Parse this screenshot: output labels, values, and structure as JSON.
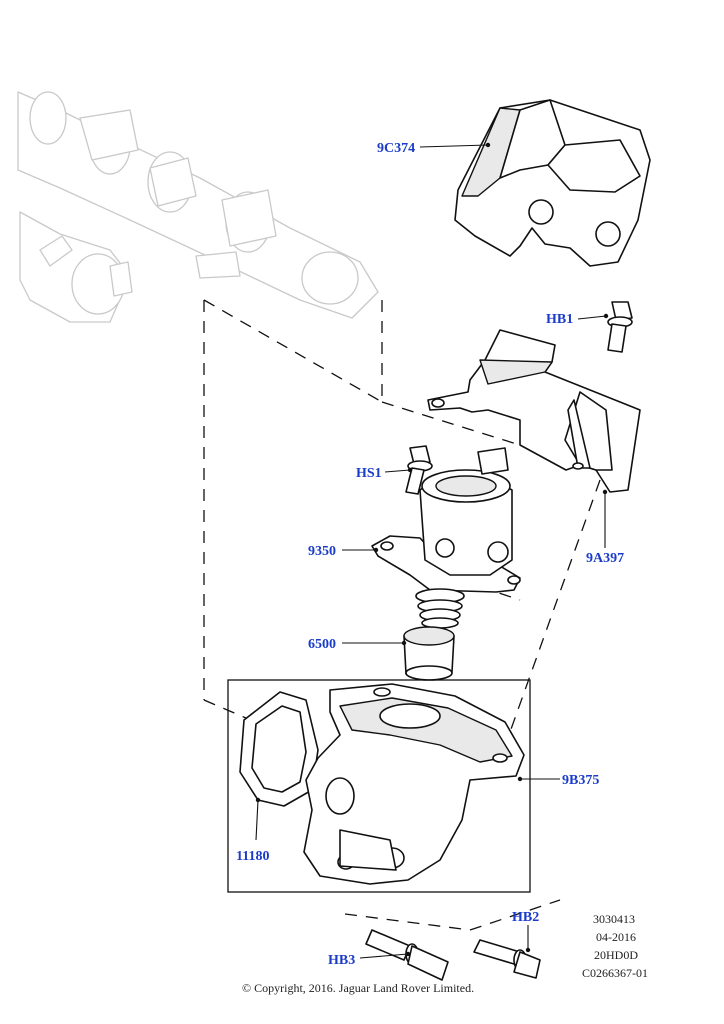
{
  "callouts": {
    "c1": "9C374",
    "c2": "HB1",
    "c3": "HS1",
    "c4": "9350",
    "c5": "9A397",
    "c6": "6500",
    "c7": "9B375",
    "c8": "11180",
    "c9": "HB2",
    "c10": "HB3"
  },
  "metadata": {
    "line1": "3030413",
    "line2": "04-2016",
    "line3": "20HD0D",
    "line4": "C0266367-01"
  },
  "copyright": "© Copyright, 2016. Jaguar Land Rover Limited."
}
